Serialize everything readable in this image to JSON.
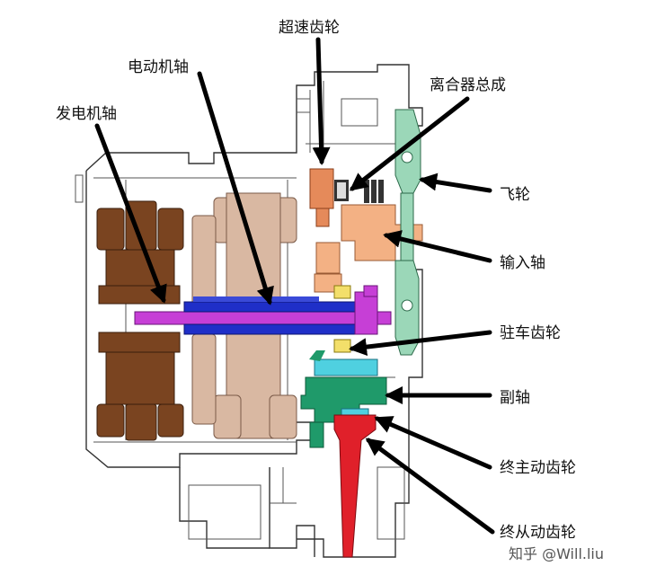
{
  "labels": {
    "overdrive_gear": "超速齿轮",
    "motor_shaft": "电动机轴",
    "generator_shaft": "发电机轴",
    "clutch_assembly": "离合器总成",
    "flywheel": "飞轮",
    "input_shaft": "输入轴",
    "parking_gear": "驻车齿轮",
    "countershaft": "副轴",
    "final_drive_gear": "终主动齿轮",
    "final_driven_gear": "终从动齿轮"
  },
  "watermark": "知乎 @Will.liu",
  "colors": {
    "generator_rotor": "#7a4420",
    "motor_rotor": "#d9b8a2",
    "shaft_magenta": "#c63fd6",
    "shaft_blue": "#1f2fc8",
    "overdrive_gear": "#e58a5a",
    "input_shaft": "#f3b184",
    "parking_gear": "#f3df6a",
    "countershaft": "#1f9a6a",
    "countershaft_light": "#4fd0e0",
    "final_driven": "#e0202a",
    "flywheel": "#9bd7b8"
  },
  "icons": [
    "watermark-logo-icon"
  ]
}
